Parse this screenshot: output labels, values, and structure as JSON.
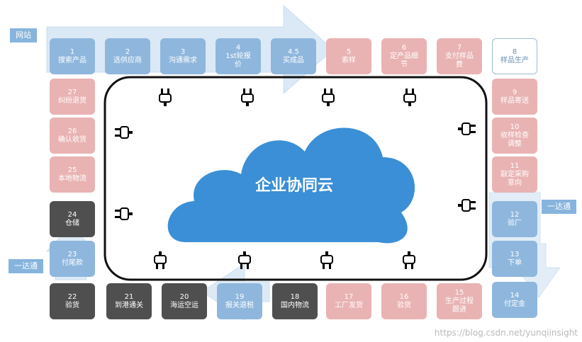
{
  "cloud": {
    "label": "企业协同云"
  },
  "tags": {
    "website": "网站",
    "yidatong_right": "一达通",
    "yidatong_left": "一达通"
  },
  "watermark": "https://blog.csdn.net/yunqiinsight",
  "steps": [
    {
      "num": "1",
      "label": "搜索产品",
      "color": "blue"
    },
    {
      "num": "2",
      "label": "选供应商",
      "color": "blue"
    },
    {
      "num": "3",
      "label": "沟通需求",
      "color": "blue"
    },
    {
      "num": "4",
      "label": "1st轮报\n价",
      "color": "blue"
    },
    {
      "num": "4.5",
      "label": "买成品",
      "color": "blue"
    },
    {
      "num": "5",
      "label": "索样",
      "color": "pink"
    },
    {
      "num": "6",
      "label": "定产品细\n节",
      "color": "pink"
    },
    {
      "num": "7",
      "label": "支付样品\n费",
      "color": "pink"
    },
    {
      "num": "8",
      "label": "样品生产",
      "color": "white"
    },
    {
      "num": "9",
      "label": "样品寄送",
      "color": "pink"
    },
    {
      "num": "10",
      "label": "收样检查\n调整",
      "color": "pink"
    },
    {
      "num": "11",
      "label": "敲定采购\n意向",
      "color": "pink"
    },
    {
      "num": "12",
      "label": "验厂",
      "color": "blue"
    },
    {
      "num": "13",
      "label": "下单",
      "color": "blue"
    },
    {
      "num": "14",
      "label": "付定金",
      "color": "blue"
    },
    {
      "num": "15",
      "label": "生产过程\n跟进",
      "color": "pink"
    },
    {
      "num": "16",
      "label": "验货",
      "color": "pink"
    },
    {
      "num": "17",
      "label": "工厂发货",
      "color": "pink"
    },
    {
      "num": "18",
      "label": "国内物流",
      "color": "dark"
    },
    {
      "num": "19",
      "label": "报关退税",
      "color": "blue"
    },
    {
      "num": "20",
      "label": "海运空运",
      "color": "dark"
    },
    {
      "num": "21",
      "label": "到港通关",
      "color": "dark"
    },
    {
      "num": "22",
      "label": "验货",
      "color": "dark"
    },
    {
      "num": "23",
      "label": "付尾款",
      "color": "blue"
    },
    {
      "num": "24",
      "label": "仓储",
      "color": "dark"
    },
    {
      "num": "25",
      "label": "本地物流",
      "color": "pink"
    },
    {
      "num": "26",
      "label": "确认收货",
      "color": "pink"
    },
    {
      "num": "27",
      "label": "纠纷退货",
      "color": "pink"
    }
  ],
  "colors": {
    "blue": "#8fb7dd",
    "pink": "#e9b3b3",
    "dark": "#4f4f4f",
    "cloud": "#3a8fd6",
    "arrow": "#bcd6ee"
  },
  "icons": {
    "connector": "plug-icon",
    "cloud": "cloud-icon"
  }
}
